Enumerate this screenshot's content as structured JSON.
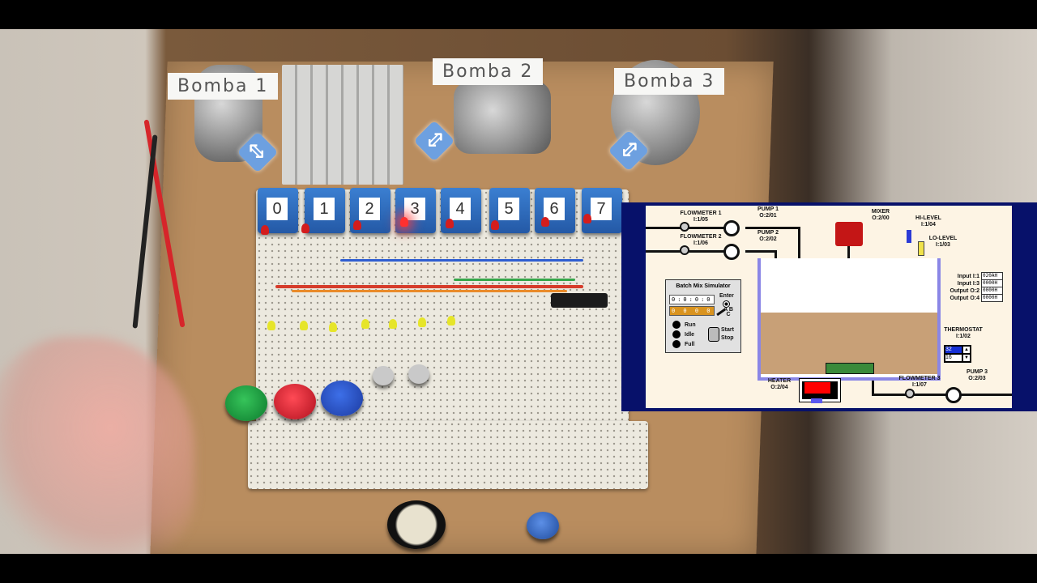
{
  "scene": {
    "motor_labels": [
      "Bomba 1",
      "Bomba 2",
      "Bomba 3"
    ],
    "relay_labels": [
      "0",
      "1",
      "2",
      "3",
      "4",
      "5",
      "6",
      "7"
    ],
    "lit_relay_led_index": 3
  },
  "hmi": {
    "flowmeter1": {
      "name": "FLOWMETER 1",
      "addr": "I:1/05"
    },
    "flowmeter2": {
      "name": "FLOWMETER 2",
      "addr": "I:1/06"
    },
    "pump1": {
      "name": "PUMP 1",
      "addr": "O:2/01"
    },
    "pump2": {
      "name": "PUMP 2",
      "addr": "O:2/02"
    },
    "mixer": {
      "name": "MIXER",
      "addr": "O:2/00"
    },
    "hi_level": {
      "name": "HI-LEVEL",
      "addr": "I:1/04"
    },
    "lo_level": {
      "name": "LO-LEVEL",
      "addr": "I:1/03"
    },
    "thermostat": {
      "name": "THERMOSTAT",
      "addr": "I:1/02",
      "setpoint": "32",
      "value": "16"
    },
    "heater": {
      "name": "HEATER",
      "addr": "O:2/04"
    },
    "flowmeter3": {
      "name": "FLOWMETER 3",
      "addr": "I:1/07"
    },
    "pump3": {
      "name": "PUMP 3",
      "addr": "O:2/03"
    },
    "simulator": {
      "title": "Batch Mix Simulator",
      "counter_top": "0:0:0:0",
      "counter_bottom": "0 0 0 0",
      "enter_label": "Enter",
      "abc_label": "A B C",
      "status_run": "Run",
      "status_idle": "Idle",
      "status_full": "Full",
      "start_label": "Start",
      "stop_label": "Stop"
    },
    "io_table": [
      {
        "label": "Input I:1",
        "value": "020AH"
      },
      {
        "label": "Input I:3",
        "value": "0000H"
      },
      {
        "label": "Output O:2",
        "value": "0000H"
      },
      {
        "label": "Output O:4",
        "value": "0000H"
      }
    ],
    "colors": {
      "tank_liquid": "#c8a077",
      "tank_wall": "#8a86e6",
      "mixer": "#c41616",
      "heater": "#ff0000"
    }
  }
}
